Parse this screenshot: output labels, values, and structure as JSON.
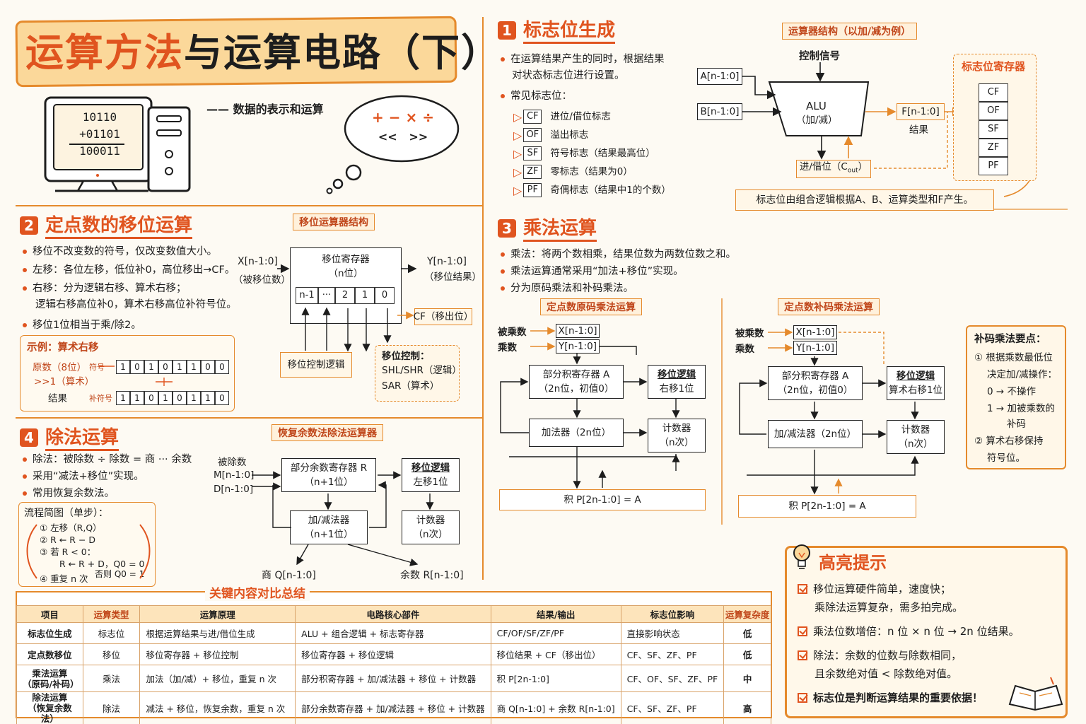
{
  "header": {
    "title_a": "运算方法",
    "title_b": "与运算电路（下）",
    "subtitle": "—— 数据的表示和运算",
    "monitor_lines": [
      "10110",
      "+01101",
      "100011"
    ],
    "thought_ops": "+ − × ÷",
    "thought_shift": "<<   >>"
  },
  "s1": {
    "num": "1",
    "title": "标志位生成",
    "bullets": [
      "在运算结果产生的同时，根据结果",
      "对状态标志位进行设置。",
      "常见标志位："
    ],
    "flags": [
      {
        "code": "CF",
        "desc": "进位/借位标志"
      },
      {
        "code": "OF",
        "desc": "溢出标志"
      },
      {
        "code": "SF",
        "desc": "符号标志（结果最高位）"
      },
      {
        "code": "ZF",
        "desc": "零标志（结果为0）"
      },
      {
        "code": "PF",
        "desc": "奇偶标志（结果中1的个数）"
      }
    ],
    "diagram_tag": "运算器结构（以加/减为例）",
    "ctrl": "控制信号",
    "a_in": "A[n-1:0]",
    "b_in": "B[n-1:0]",
    "alu": "ALU",
    "alu_sub": "（加/减）",
    "f_out": "F[n-1:0]",
    "f_lbl": "结果",
    "carry": "进/借位（C",
    "carry_sub": "out",
    "carry_end": "）",
    "reg_title": "标志位寄存器",
    "reg_flags": [
      "CF",
      "OF",
      "SF",
      "ZF",
      "PF"
    ],
    "note": "标志位由组合逻辑根据A、B、运算类型和F产生。"
  },
  "s2": {
    "num": "2",
    "title": "定点数的移位运算",
    "bullets": [
      "移位不改变数的符号，仅改变数值大小。",
      "左移：各位左移，低位补0，高位移出→CF。",
      "右移：分为逻辑右移、算术右移；",
      "逻辑右移高位补0，算术右移高位补符号位。",
      "移位1位相当于乘/除2。"
    ],
    "example_title": "示例：算术右移",
    "ex_orig": "原数（8位）",
    "ex_orig_tag": "符号",
    "ex_orig_bits": [
      "1",
      "0",
      "1",
      "0",
      "1",
      "1",
      "0",
      "0"
    ],
    "ex_op": ">>1（算术）",
    "ex_res": "结果",
    "ex_res_tag": "补符号",
    "ex_res_bits": [
      "1",
      "1",
      "0",
      "1",
      "0",
      "1",
      "1",
      "0"
    ],
    "diagram_tag": "移位运算器结构",
    "x_in": "X[n-1:0]",
    "x_lbl": "（被移位数）",
    "reg": "移位寄存器",
    "reg_sub": "（n位）",
    "reg_cells": [
      "n-1",
      "···",
      "2",
      "1",
      "0"
    ],
    "y_out": "Y[n-1:0]",
    "y_lbl": "（移位结果）",
    "cf": "CF（移出位）",
    "ctl_logic": "移位控制逻辑",
    "ctl_title": "移位控制：",
    "ctl_1": "SHL/SHR（逻辑）",
    "ctl_2": "SAR（算术）"
  },
  "s3": {
    "num": "3",
    "title": "乘法运算",
    "bullets": [
      "乘法：将两个数相乘，结果位数为两数位数之和。",
      "乘法运算通常采用“加法+移位”实现。",
      "分为原码乘法和补码乘法。"
    ],
    "left": {
      "tag": "定点数原码乘法运算",
      "mcand": "被乘数",
      "mplier": "乘数",
      "x": "X[n-1:0]",
      "y": "Y[n-1:0]",
      "acc": "部分积寄存器 A",
      "acc_sub": "（2n位，初值0）",
      "shift": "移位逻辑",
      "shift_sub": "右移1位",
      "adder": "加法器（2n位）",
      "counter": "计数器",
      "counter_sub": "（n次）",
      "prod": "积  P[2n-1:0] = A"
    },
    "right": {
      "tag": "定点数补码乘法运算",
      "mcand": "被乘数",
      "mplier": "乘数",
      "x": "X[n-1:0]",
      "y": "Y[n-1:0]",
      "acc": "部分积寄存器 A",
      "acc_sub": "（2n位，初值0）",
      "shift": "移位逻辑",
      "shift_sub": "算术右移1位",
      "adder": "加/减法器（2n位）",
      "counter": "计数器",
      "counter_sub": "（n次）",
      "prod": "积  P[2n-1:0] = A"
    },
    "key_title": "补码乘法要点：",
    "key_lines": [
      "① 根据乘数最低位",
      "决定加/减操作：",
      "0 → 不操作",
      "1 → 加被乘数的",
      "补码",
      "② 算术右移保持",
      "符号位。"
    ]
  },
  "s4": {
    "num": "4",
    "title": "除法运算",
    "bullets": [
      "除法：被除数 ÷ 除数 = 商 ··· 余数",
      "采用“减法+移位”实现。",
      "常用恢复余数法。"
    ],
    "flow_title": "流程简图（单步）：",
    "flow": [
      "① 左移（R,Q）",
      "② R ← R − D",
      "③ 若 R < 0：",
      "R ← R + D，Q0 = 0",
      "否则 Q0 = 1",
      "④ 重复 n 次"
    ],
    "diagram_tag": "恢复余数法除法运算器",
    "dividend": "被除数",
    "m_in": "M[n-1:0]",
    "d_in": "D[n-1:0]",
    "rem_reg": "部分余数寄存器 R",
    "rem_sub": "（n+1位）",
    "shift": "移位逻辑",
    "shift_sub": "左移1位",
    "addsub": "加/减法器",
    "addsub_sub": "（n+1位）",
    "counter": "计数器",
    "counter_sub": "（n次）",
    "q_out": "商  Q[n-1:0]",
    "r_out": "余数  R[n-1:0]"
  },
  "summary": {
    "title": "关键内容对比总结",
    "headers": [
      "项目",
      "运算类型",
      "运算原理",
      "电路核心部件",
      "结果/输出",
      "标志位影响",
      "运算复杂度"
    ],
    "rows": [
      [
        "标志位生成",
        "标志位",
        "根据运算结果与进/借位生成",
        "ALU + 组合逻辑 + 标志寄存器",
        "CF/OF/SF/ZF/PF",
        "直接影响状态",
        "低"
      ],
      [
        "定点数移位",
        "移位",
        "移位寄存器 + 移位控制",
        "移位寄存器 + 移位逻辑",
        "移位结果 + CF（移出位）",
        "CF、SF、ZF、PF",
        "低"
      ],
      [
        "乘法运算\n（原码/补码）",
        "乘法",
        "加法（加/减）+ 移位，重复 n 次",
        "部分积寄存器 + 加/减法器 + 移位 + 计数器",
        "积 P[2n-1:0]",
        "CF、OF、SF、ZF、PF",
        "中"
      ],
      [
        "除法运算\n（恢复余数法）",
        "除法",
        "减法 + 移位，恢复余数，重复 n 次",
        "部分余数寄存器 + 加/减法器 + 移位 + 计数器",
        "商 Q[n-1:0] + 余数 R[n-1:0]",
        "CF、SF、ZF、PF",
        "高"
      ]
    ]
  },
  "highlights": {
    "title": "高亮提示",
    "items": [
      [
        "移位运算硬件简单，速度快；",
        "乘除法运算复杂，需多拍完成。"
      ],
      [
        "乘法位数增倍：n 位 × n 位 → 2n 位结果。"
      ],
      [
        "除法：余数的位数与除数相同，",
        "且余数绝对值 < 除数绝对值。"
      ],
      [
        "标志位是判断运算结果的重要依据！"
      ]
    ]
  },
  "colors": {
    "accent": "#e0541f",
    "border": "#e58a2c",
    "fill": "#fbd89a"
  }
}
